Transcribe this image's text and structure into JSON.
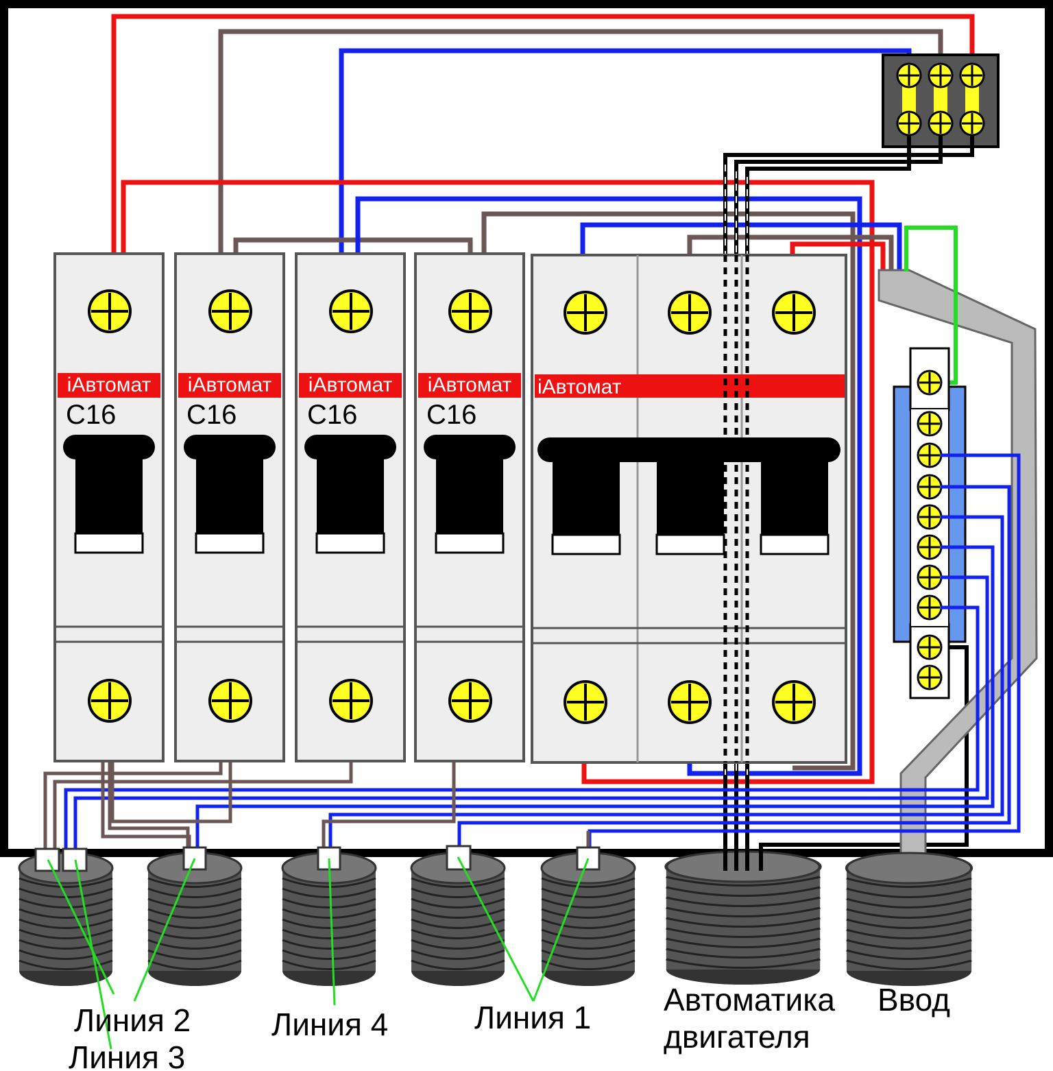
{
  "breakers": [
    {
      "brand": "iАвтомат",
      "rating": "C16"
    },
    {
      "brand": "iАвтомат",
      "rating": "C16"
    },
    {
      "brand": "iАвтомат",
      "rating": "C16"
    },
    {
      "brand": "iАвтомат",
      "rating": "C16"
    }
  ],
  "three_pole_breaker": {
    "brand": "iАвтомат"
  },
  "labels": {
    "line2": "Линия 2",
    "line3": "Линия 3",
    "line4": "Линия 4",
    "line1": "Линия 1",
    "motor_line1": "Автоматика",
    "motor_line2": "двигателя",
    "input": "Ввод"
  },
  "colors": {
    "phase": "#ee1111",
    "neutral": "#1122ee",
    "brown": "#6b5555",
    "ground": "#22dd22",
    "terminal": "#ffff33",
    "cable": "#4a4a4a",
    "enclosure": "#000000"
  }
}
